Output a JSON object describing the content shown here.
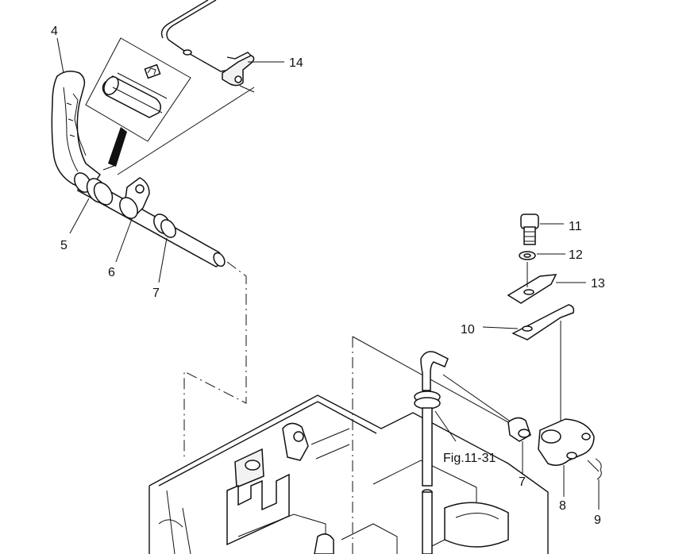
{
  "callouts": {
    "p4": "4",
    "p5": "5",
    "p6": "6",
    "p7a": "7",
    "p7b": "7",
    "p8": "8",
    "p9": "9",
    "p10": "10",
    "p11": "11",
    "p12": "12",
    "p13": "13",
    "p14": "14"
  },
  "references": {
    "fig": "Fig.11-31"
  },
  "icons": {
    "detail_view": "magnified-detail-inset",
    "arrow": "detail-pointer-arrow"
  }
}
